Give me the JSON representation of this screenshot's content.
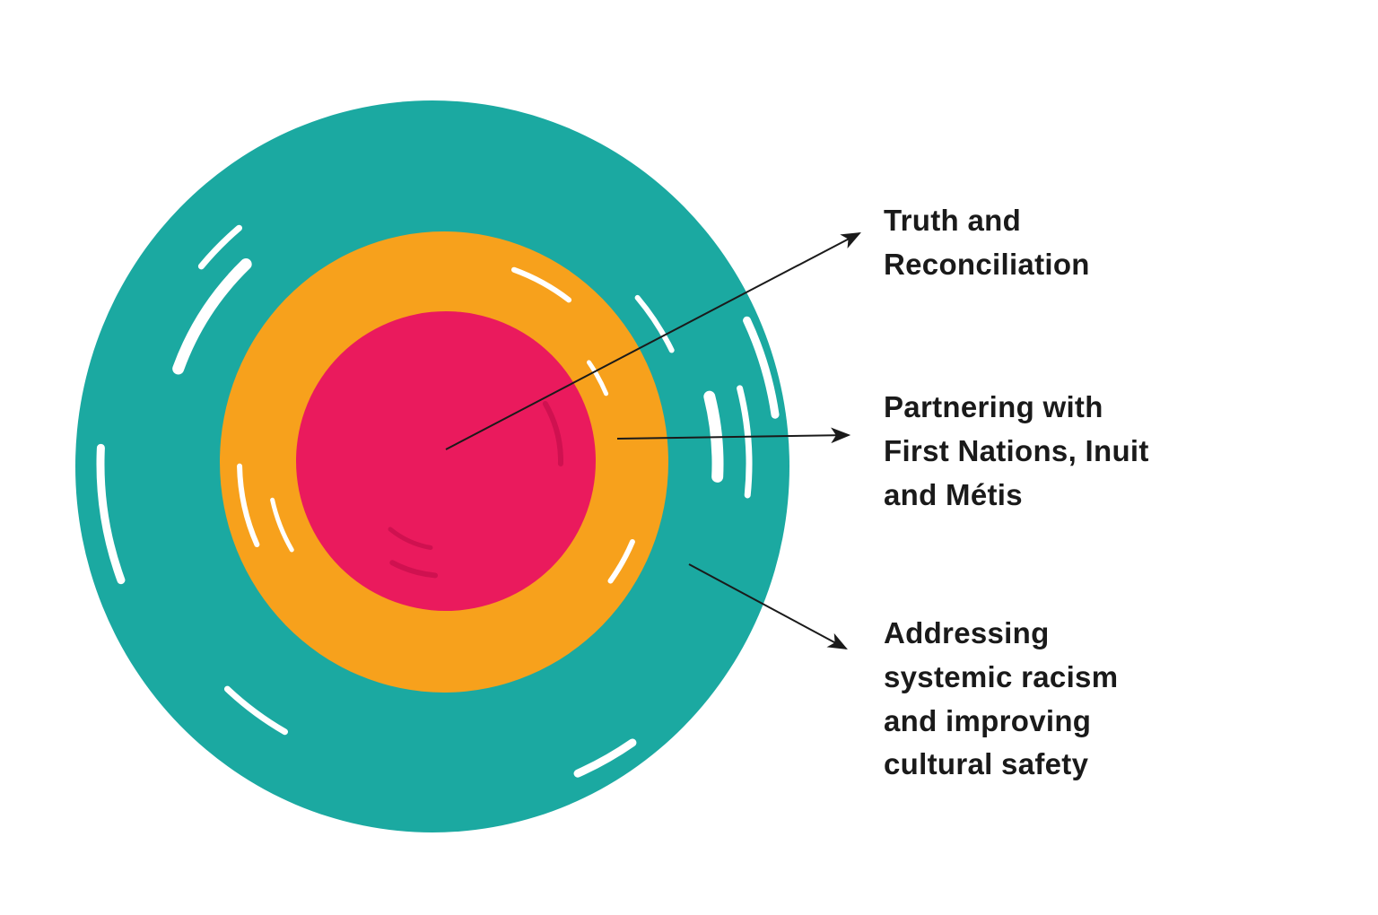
{
  "diagram": {
    "colors": {
      "background": "#ffffff",
      "outer_ring": "#1BA9A1",
      "middle_ring": "#F7A11C",
      "inner_circle": "#EA1A5D",
      "inner_texture": "#CF1150",
      "arrow": "#1a1a1a",
      "text": "#1a1a1a"
    },
    "labels": [
      {
        "id": "truth",
        "text": "Truth and\nReconciliation",
        "points_to": "inner-circle"
      },
      {
        "id": "partnering",
        "text": "Partnering with\nFirst Nations, Inuit\nand Métis",
        "points_to": "middle-ring"
      },
      {
        "id": "addressing",
        "text": "Addressing\nsystemic racism\nand improving\ncultural safety",
        "points_to": "outer-ring"
      }
    ]
  }
}
